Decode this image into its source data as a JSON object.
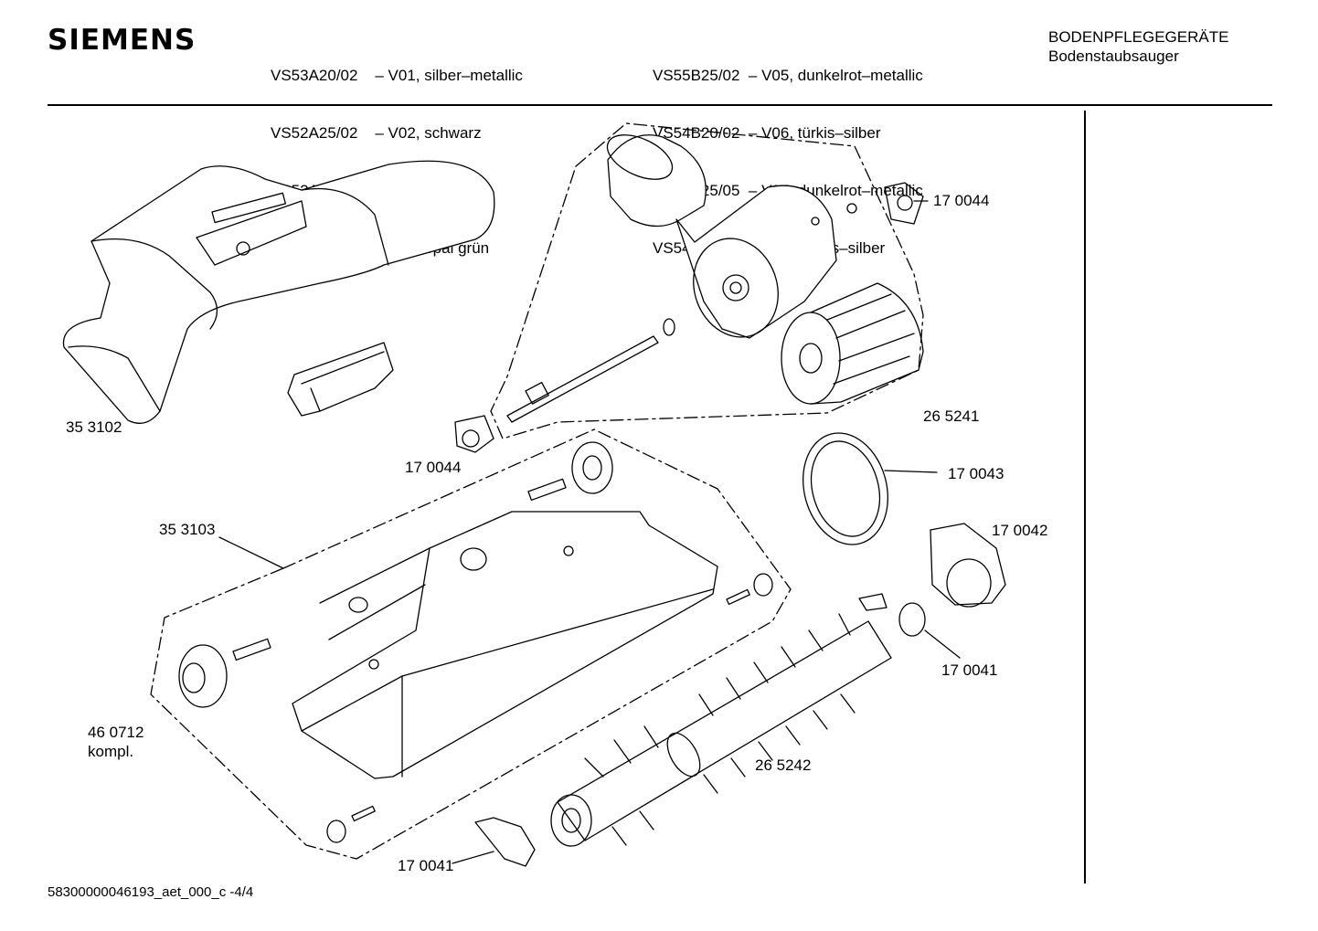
{
  "header": {
    "brand": "SIEMENS",
    "models_left": [
      "VS53A20/02    – V01, silber–metallic",
      "VS52A25/02    – V02, schwarz",
      "VS52A25IL/02 – V03, schwarz",
      "VS52A26/02    – V04, opal grün"
    ],
    "models_right": [
      "VS55B25/02  – V05, dunkelrot–metallic",
      "VS54B20/02  – V06, türkis–silber",
      "VS55B25/05  – V07, dunkelrot–metallic",
      "VS54B20/05  –  V08, türkis–silber"
    ],
    "category": "BODENPFLEGEGERÄTE",
    "subcategory": "Bodenstaubsauger"
  },
  "parts": {
    "p353102": "35 3102",
    "p170044_top": "17 0044",
    "p265241": "26 5241",
    "p170044_mid": "17 0044",
    "p170043": "17 0043",
    "p170042": "17 0042",
    "p353103": "35 3103",
    "p170041_right": "17 0041",
    "p460712": "46 0712",
    "p460712_note": "kompl.",
    "p265242": "26 5242",
    "p170041_bottom": "17 0041"
  },
  "footer": {
    "doc_id": "58300000046193_aet_000_c -4/4"
  }
}
